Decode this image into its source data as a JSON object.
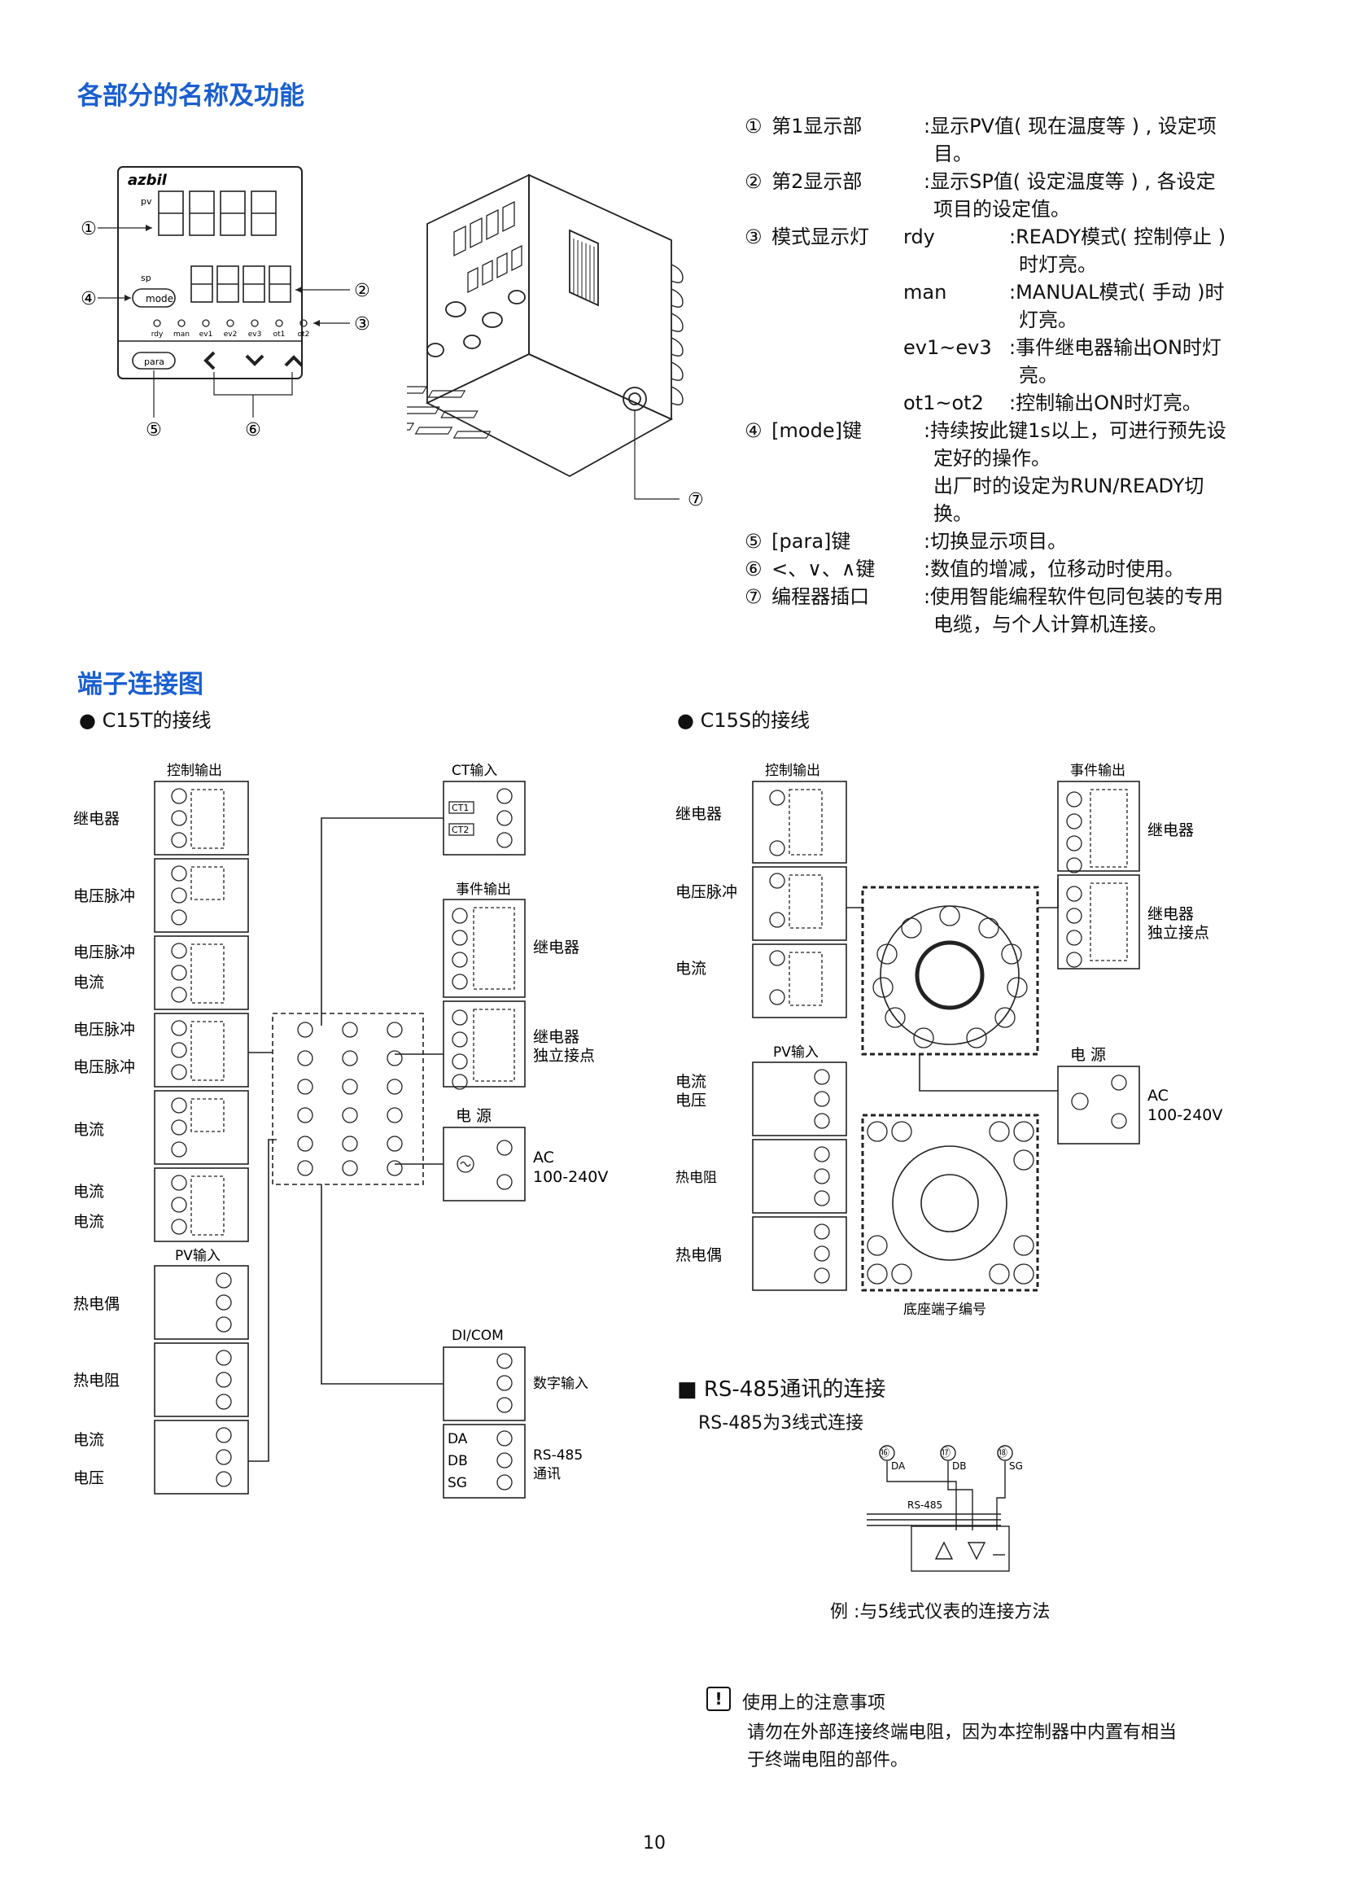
{
  "colors": {
    "heading": "#1a5fd0",
    "text": "#111111",
    "line": "#222222"
  },
  "section1": {
    "title": "各部分的名称及功能",
    "face": {
      "brand": "azbil",
      "pv_label": "pv",
      "sp_label": "sp",
      "mode_btn": "mode",
      "para_btn": "para",
      "leds": [
        "rdy",
        "man",
        "ev1",
        "ev2",
        "ev3",
        "ot1",
        "ot2"
      ],
      "callouts": [
        "①",
        "④",
        "②",
        "③",
        "⑤",
        "⑥",
        "⑦"
      ]
    },
    "items": [
      {
        "num": "①",
        "name": "第1显示部",
        "desc": ":显示PV值( 现在温度等 ) , 设定项",
        "desc2": "目。"
      },
      {
        "num": "②",
        "name": "第2显示部",
        "desc": ":显示SP值( 设定温度等 ) , 各设定",
        "desc2": "项目的设定值。"
      },
      {
        "num": "③",
        "name": "模式显示灯"
      },
      {
        "num": "④",
        "name": "[mode]键",
        "desc": ":持续按此键1s以上，可进行预先设",
        "desc2": "定好的操作。",
        "desc3": "出厂时的设定为RUN/READY切",
        "desc4": "换。"
      },
      {
        "num": "⑤",
        "name": "[para]键",
        "desc": ":切换显示项目。"
      },
      {
        "num": "⑥",
        "name": "<、∨、∧键",
        "desc": ":数值的增减，位移动时使用。"
      },
      {
        "num": "⑦",
        "name": "编程器插口",
        "desc": ":使用智能编程软件包同包装的专用",
        "desc2": "电缆，与个人计算机连接。"
      }
    ],
    "leds_desc": [
      {
        "key": "rdy",
        "text": ":READY模式( 控制停止 )",
        "text2": "时灯亮。"
      },
      {
        "key": "man",
        "text": ":MANUAL模式( 手动 )时",
        "text2": "灯亮。"
      },
      {
        "key": "ev1~ev3",
        "text": ":事件继电器输出ON时灯",
        "text2": "亮。"
      },
      {
        "key": "ot1~ot2",
        "text": ":控制输出ON时灯亮。"
      }
    ]
  },
  "section2": {
    "title": "端子连接图",
    "c15t": {
      "title": "● C15T的接线",
      "ctrl_out": "控制输出",
      "ctrl_labels": [
        "继电器",
        "电压脉冲",
        "电压脉冲",
        "电流",
        "电压脉冲",
        "电压脉冲",
        "电流",
        "电流",
        "电流"
      ],
      "pv_in": "PV输入",
      "pv_labels": [
        "热电偶",
        "热电阻",
        "电流",
        "电压"
      ],
      "ct_in": "CT输入",
      "ct1": "CT1",
      "ct2": "CT2",
      "event_out": "事件输出",
      "relay": "继电器",
      "relay_ind1": "继电器",
      "relay_ind2": "独立接点",
      "power": "电 源",
      "ac1": "AC",
      "ac2": "100-240V",
      "dicom": "DI/COM",
      "digital_in": "数字输入",
      "da": "DA",
      "db": "DB",
      "sg": "SG",
      "rs1": "RS-485",
      "rs2": "通讯"
    },
    "c15s": {
      "title": "● C15S的接线",
      "ctrl_out": "控制输出",
      "ctrl_labels": [
        "继电器",
        "电压脉冲",
        "电流"
      ],
      "event_out": "事件输出",
      "relay": "继电器",
      "relay_ind1": "继电器",
      "relay_ind2": "独立接点",
      "pv_in": "PV输入",
      "pv_labels": [
        "电流",
        "电压",
        "热电阻",
        "热电偶"
      ],
      "power": "电 源",
      "ac1": "AC",
      "ac2": "100-240V",
      "base_label": "底座端子编号"
    },
    "rs485": {
      "title": "■ RS-485通讯的连接",
      "sub": "RS-485为3线式连接",
      "t16": "⑯",
      "t17": "⑰",
      "t18": "⑱",
      "da": "DA",
      "db": "DB",
      "sg": "SG",
      "bus": "RS-485",
      "caption": "例 :与5线式仪表的连接方法"
    },
    "note": {
      "icon": "!",
      "title": "使用上的注意事项",
      "line1": "请勿在外部连接终端电阻，因为本控制器中内置有相当",
      "line2": "于终端电阻的部件。"
    }
  },
  "page_number": "10"
}
